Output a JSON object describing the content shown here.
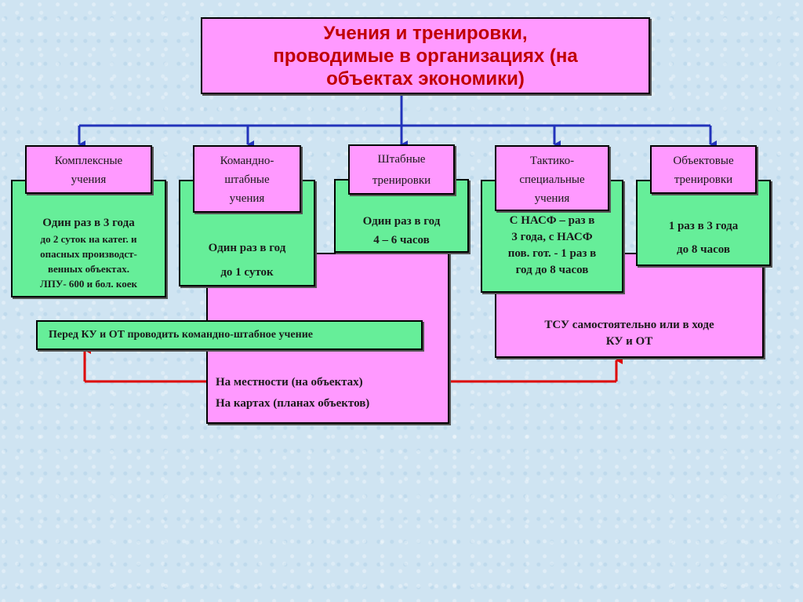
{
  "title": {
    "line1": "Учения и тренировки,",
    "line2": "проводимые в организациях (на",
    "line3": "объектах экономики)"
  },
  "categories": [
    {
      "header": [
        "Комплексные",
        "учения"
      ],
      "details": [
        "Один раз в 3 года",
        "до 2 суток на катег. и",
        "опасных производст-",
        "венных объектах.",
        "ЛПУ- 600 и бол. коек"
      ]
    },
    {
      "header": [
        "Командно-",
        "штабные",
        "учения"
      ],
      "details": [
        "Один раз в год",
        "до 1 суток"
      ]
    },
    {
      "header": [
        "Штабные",
        "тренировки"
      ],
      "details": [
        "Один раз в год",
        "4 – 6 часов"
      ]
    },
    {
      "header": [
        "Тактико-",
        "специальные",
        "учения"
      ],
      "details": [
        "С НАСФ – раз в",
        "3 года, с НАСФ",
        "пов. гот. - 1 раз в",
        "год до 8 часов"
      ]
    },
    {
      "header": [
        "Объектовые",
        "тренировки"
      ],
      "details": [
        "1 раз в 3 года",
        "до 8 часов"
      ]
    }
  ],
  "note": "Перед КУ и ОТ проводить командно-штабное учение",
  "location": [
    "На местности (на объектах)",
    "На картах (планах объектов)"
  ],
  "tsu": [
    "ТСУ самостоятельно или в ходе",
    "КУ и ОТ"
  ],
  "colors": {
    "pink": "#ff99ff",
    "green": "#66ee99",
    "title_text": "#c00000",
    "blue_connector": "#2233bb",
    "red_connector": "#dd0000"
  }
}
